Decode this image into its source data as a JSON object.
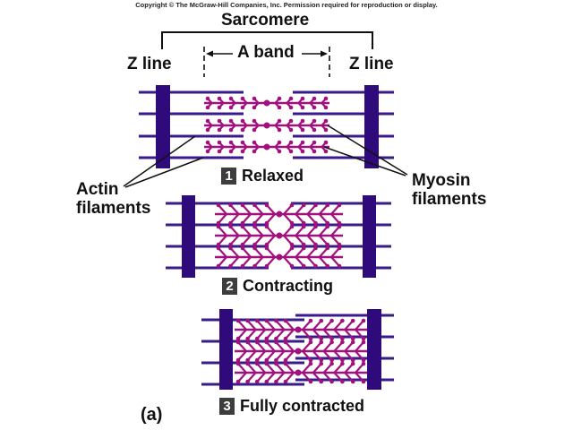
{
  "copyright": "Copyright © The McGraw-Hill Companies, Inc. Permission required for reproduction or display.",
  "labels": {
    "sarcomere": "Sarcomere",
    "z_line_left": "Z line",
    "z_line_right": "Z line",
    "a_band": "A band",
    "actin_line1": "Actin",
    "actin_line2": "filaments",
    "myosin_line1": "Myosin",
    "myosin_line2": "filaments",
    "panel": "(a)"
  },
  "steps": [
    {
      "number": "1",
      "label": "Relaxed"
    },
    {
      "number": "2",
      "label": "Contracting"
    },
    {
      "number": "3",
      "label": "Fully contracted"
    }
  ],
  "colors": {
    "z_disc": "#2e0a7a",
    "actin": "#3a1a8c",
    "myosin": "#a0117e",
    "text": "#111111",
    "badge": "#3d3d3d"
  }
}
